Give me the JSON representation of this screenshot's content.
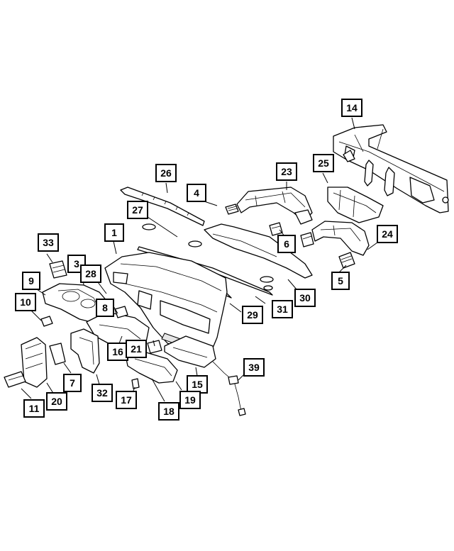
{
  "callouts": [
    {
      "id": "c1",
      "label": "1"
    },
    {
      "id": "c3",
      "label": "3"
    },
    {
      "id": "c4",
      "label": "4"
    },
    {
      "id": "c5",
      "label": "5"
    },
    {
      "id": "c6",
      "label": "6"
    },
    {
      "id": "c7",
      "label": "7"
    },
    {
      "id": "c8",
      "label": "8"
    },
    {
      "id": "c9",
      "label": "9"
    },
    {
      "id": "c10",
      "label": "10"
    },
    {
      "id": "c11",
      "label": "11"
    },
    {
      "id": "c14",
      "label": "14"
    },
    {
      "id": "c15",
      "label": "15"
    },
    {
      "id": "c16",
      "label": "16"
    },
    {
      "id": "c17",
      "label": "17"
    },
    {
      "id": "c18",
      "label": "18"
    },
    {
      "id": "c19",
      "label": "19"
    },
    {
      "id": "c20",
      "label": "20"
    },
    {
      "id": "c21",
      "label": "21"
    },
    {
      "id": "c23",
      "label": "23"
    },
    {
      "id": "c24",
      "label": "24"
    },
    {
      "id": "c25",
      "label": "25"
    },
    {
      "id": "c26",
      "label": "26"
    },
    {
      "id": "c27",
      "label": "27"
    },
    {
      "id": "c28",
      "label": "28"
    },
    {
      "id": "c29",
      "label": "29"
    },
    {
      "id": "c30",
      "label": "30"
    },
    {
      "id": "c31",
      "label": "31"
    },
    {
      "id": "c32",
      "label": "32"
    },
    {
      "id": "c33",
      "label": "33"
    },
    {
      "id": "c39",
      "label": "39"
    }
  ],
  "colors": {
    "line": "#000000",
    "background": "#ffffff"
  }
}
